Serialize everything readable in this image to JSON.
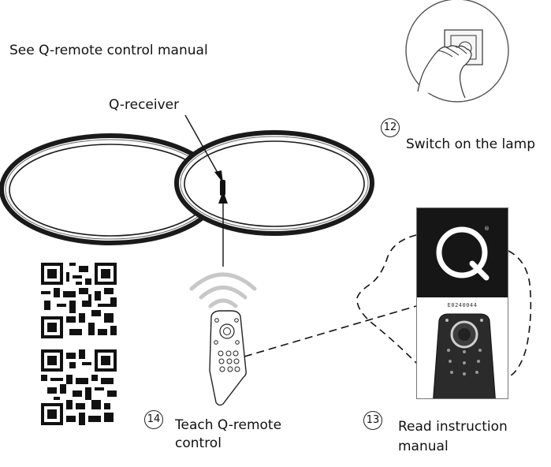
{
  "labels": {
    "manual_ref": "See Q-remote control manual",
    "receiver": "Q-receiver",
    "switch_on_line1": "Switch on the lamp",
    "teach_line1": "Teach Q-remote",
    "teach_line2": "control",
    "read_line1": "Read instruction",
    "read_line2": "manual"
  },
  "steps": {
    "switch_on": "12",
    "read_manual": "13",
    "teach": "14"
  },
  "manual_card": {
    "logo_letter": "Q",
    "registered_mark": "®",
    "product_code": "E0240044"
  },
  "colors": {
    "ink": "#111111",
    "lamp_ring": "#1a1a1a",
    "manual_header": "#161616",
    "signal_waves": "#c8c8c8"
  },
  "icons": [
    "hand-switch-icon",
    "qr-code-icon",
    "remote-control-icon",
    "signal-waves-icon",
    "q-logo-icon"
  ]
}
